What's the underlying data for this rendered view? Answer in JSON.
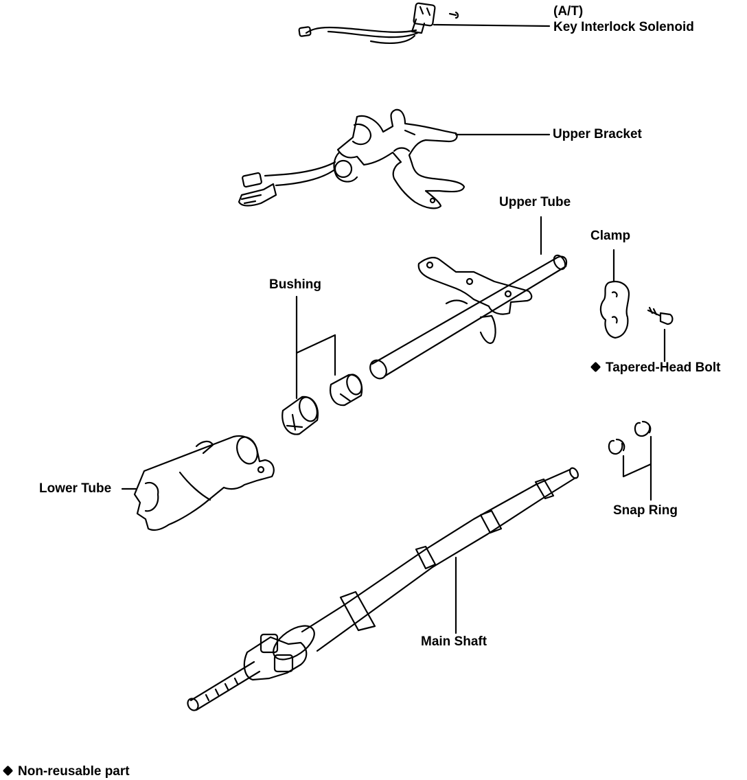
{
  "labels": {
    "at_note": "(A/T)",
    "key_interlock_solenoid": "Key Interlock Solenoid",
    "upper_bracket": "Upper Bracket",
    "upper_tube": "Upper Tube",
    "clamp": "Clamp",
    "bushing": "Bushing",
    "tapered_head_bolt": "Tapered-Head Bolt",
    "lower_tube": "Lower Tube",
    "snap_ring": "Snap Ring",
    "main_shaft": "Main Shaft"
  },
  "legend": {
    "marker": "diamond-bullet-icon",
    "text": "Non-reusable part"
  },
  "non_reusable_parts": [
    "Tapered-Head Bolt"
  ],
  "colors": {
    "ink": "#000000",
    "paper": "#ffffff"
  }
}
